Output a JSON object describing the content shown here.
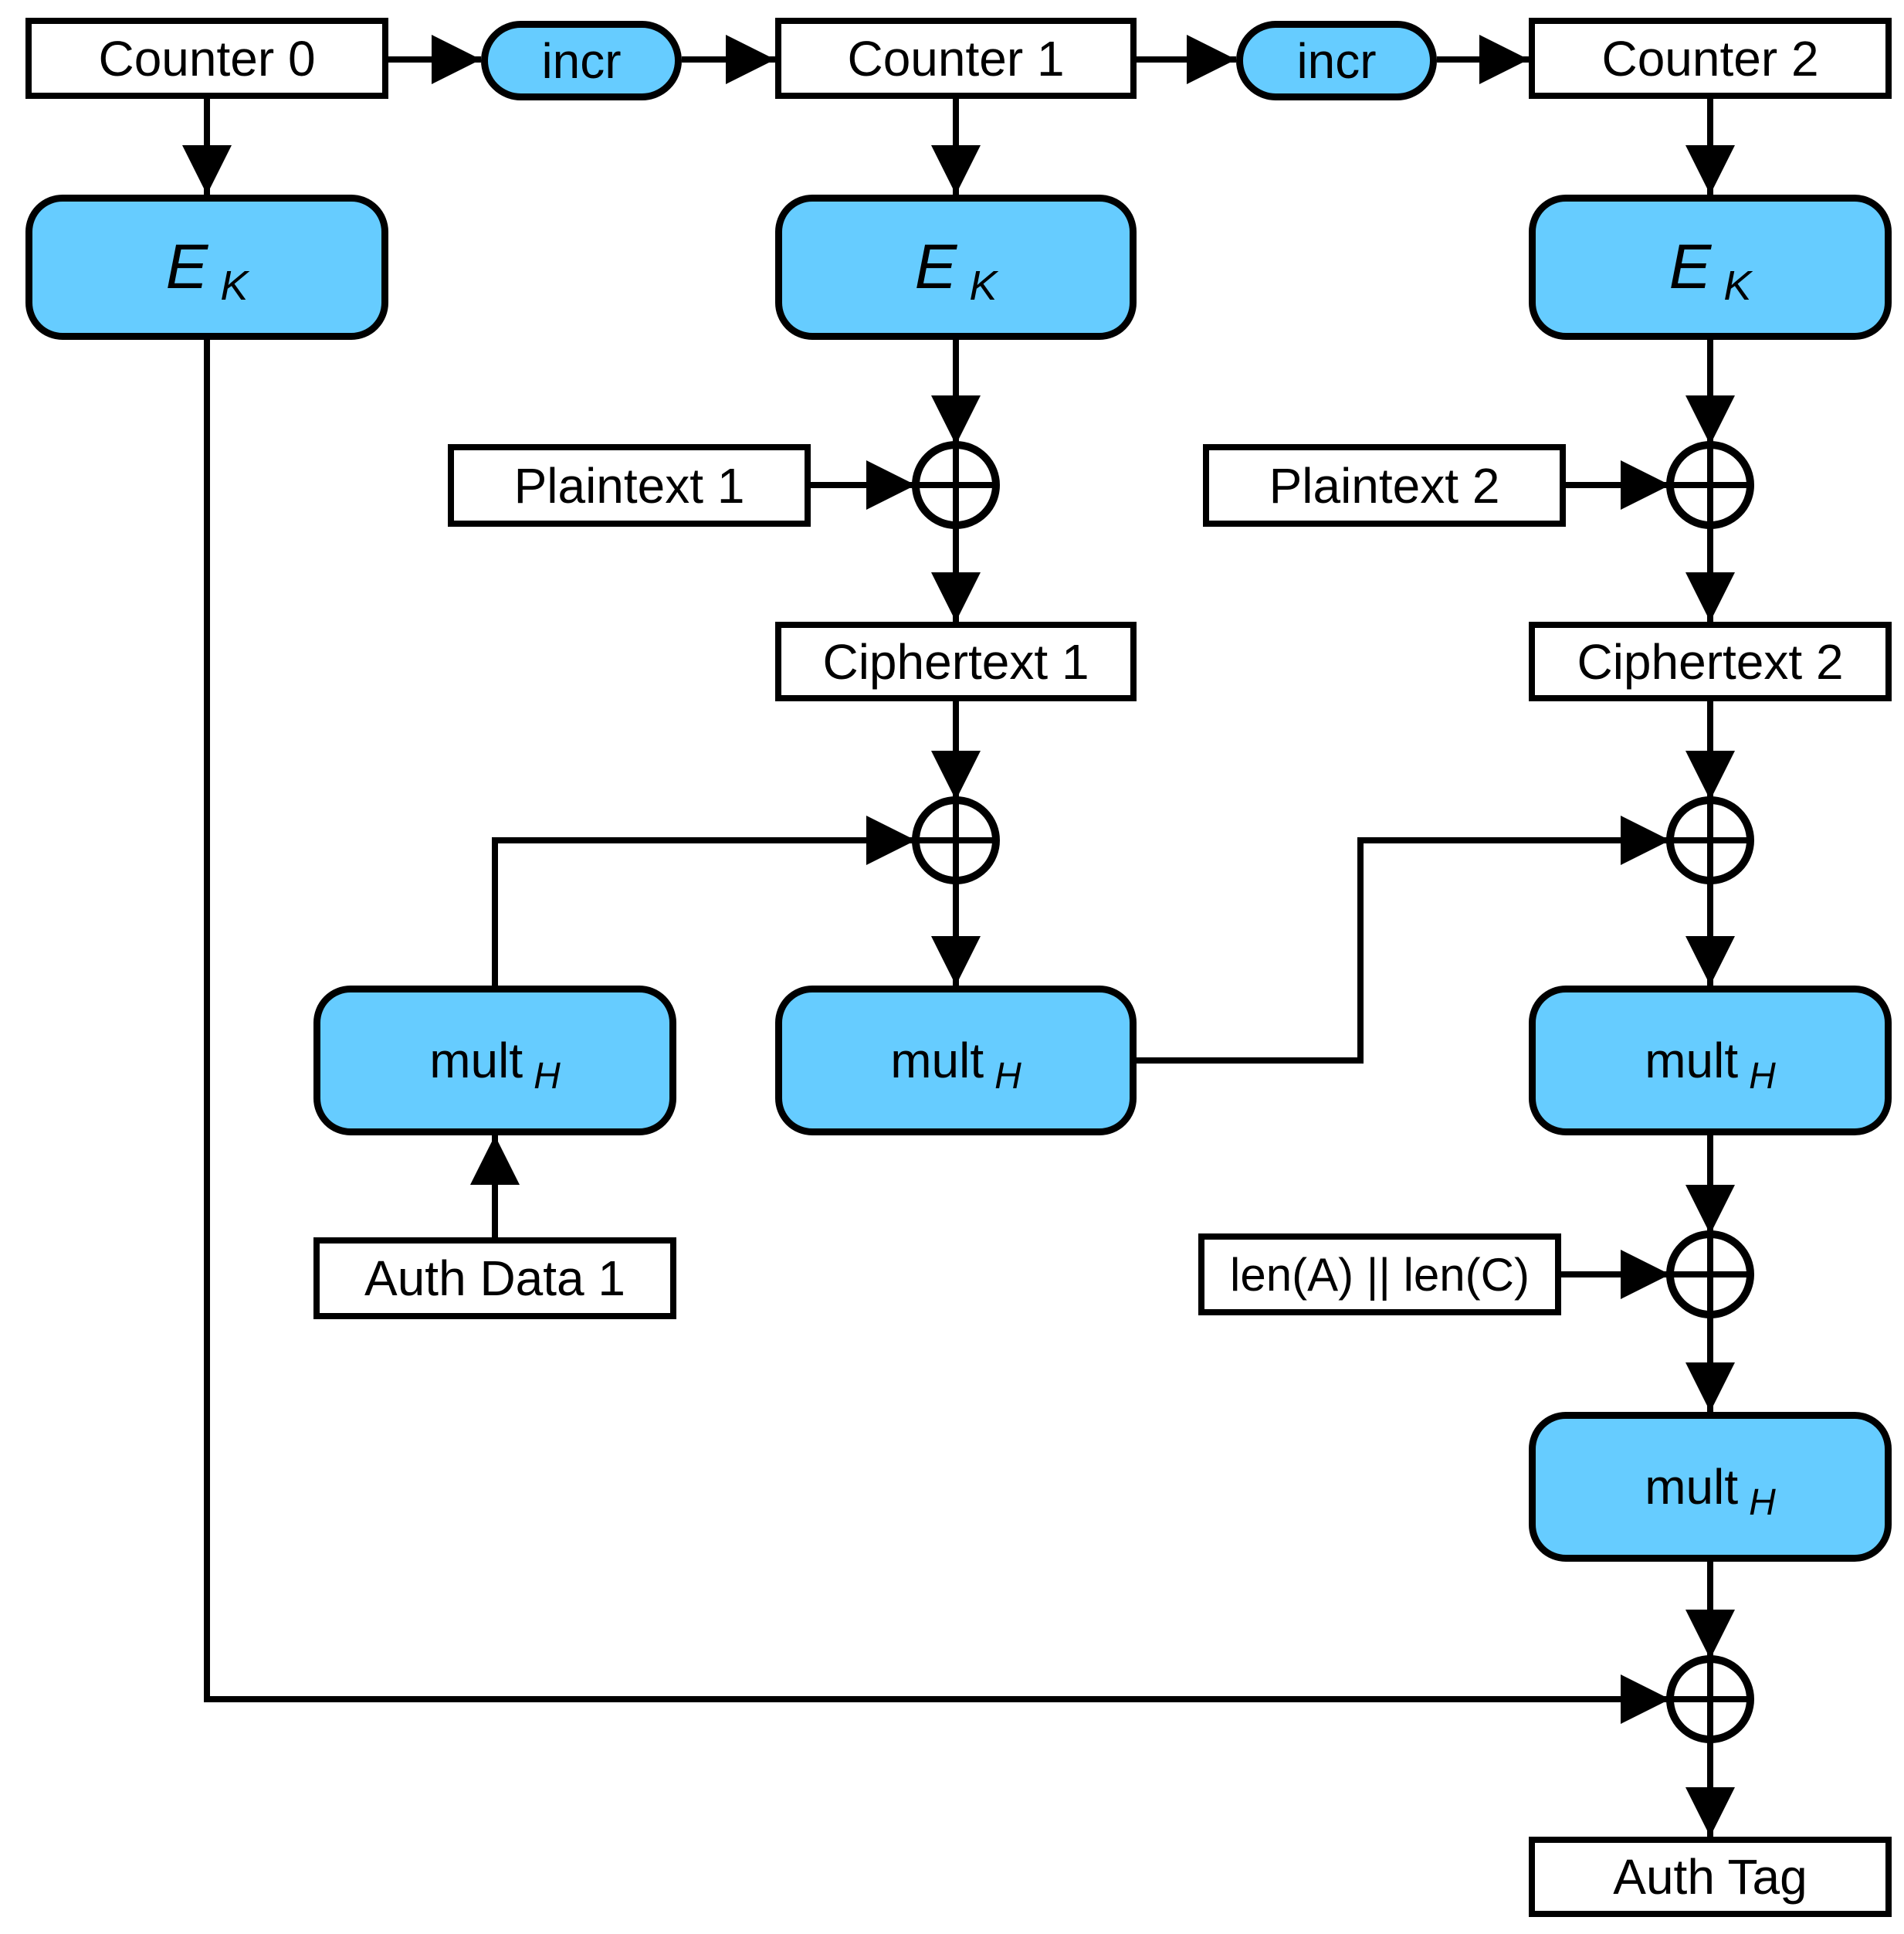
{
  "colors": {
    "node_fill": "#66CCFF",
    "stroke": "#000000",
    "background": "#FFFFFF"
  },
  "nodes": {
    "counter0": {
      "label": "Counter 0"
    },
    "incr1": {
      "label": "incr"
    },
    "counter1": {
      "label": "Counter 1"
    },
    "incr2": {
      "label": "incr"
    },
    "counter2": {
      "label": "Counter 2"
    },
    "ek": {
      "base": "E",
      "sub": "K"
    },
    "plaintext1": {
      "label": "Plaintext 1"
    },
    "plaintext2": {
      "label": "Plaintext 2"
    },
    "ciphertext1": {
      "label": "Ciphertext 1"
    },
    "ciphertext2": {
      "label": "Ciphertext 2"
    },
    "mult": {
      "base": "mult",
      "sub": "H"
    },
    "authdata1": {
      "label": "Auth Data 1"
    },
    "len": {
      "label": "len(A) || len(C)"
    },
    "authtag": {
      "label": "Auth Tag"
    }
  }
}
